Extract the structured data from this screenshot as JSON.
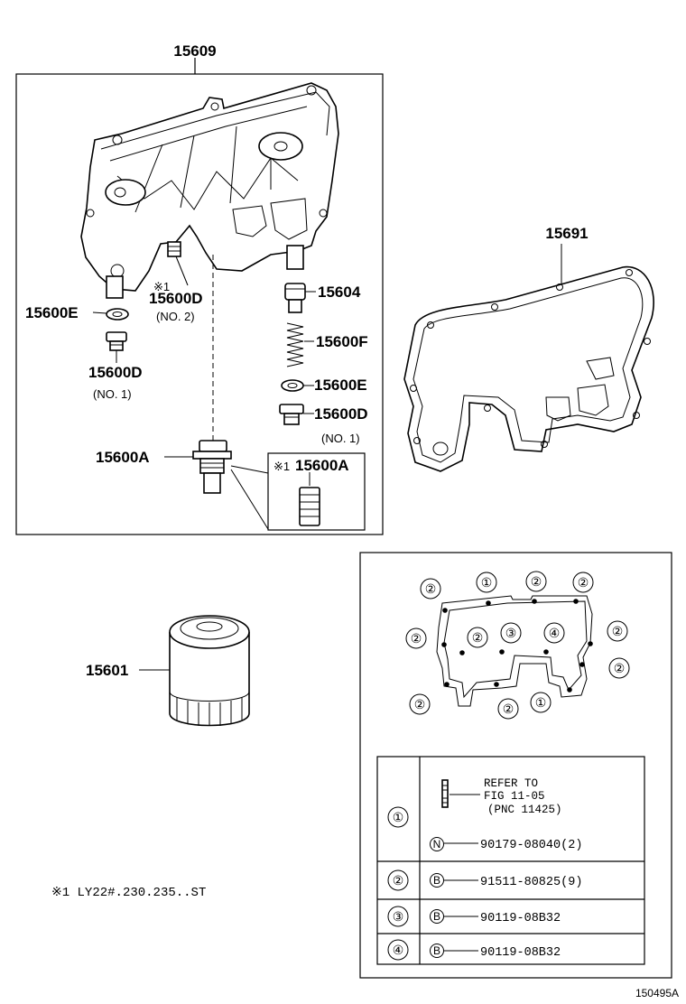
{
  "callouts": {
    "c15609": "15609",
    "c15691": "15691",
    "c15600E_left": "15600E",
    "c15600D_no2": "15600D",
    "c15600D_no2_sub": "(NO. 2)",
    "c15600D_no2_mark": "※1",
    "c15600D_left": "15600D",
    "c15600D_left_sub": "(NO. 1)",
    "c15604": "15604",
    "c15600F": "15600F",
    "c15600E_right": "15600E",
    "c15600D_right": "15600D",
    "c15600D_right_sub": "(NO. 1)",
    "c15600A": "15600A",
    "c15600A_box": "15600A",
    "c15600A_box_mark": "※1",
    "c15601": "15601"
  },
  "footnote": "※1  LY22#.230.235..ST",
  "figure_code": "150495A",
  "bolt_pattern": {
    "markers": [
      {
        "text": "②"
      },
      {
        "text": "①"
      },
      {
        "text": "②"
      },
      {
        "text": "②"
      },
      {
        "text": "②"
      },
      {
        "text": "②"
      },
      {
        "text": "③"
      },
      {
        "text": "④"
      },
      {
        "text": "②"
      },
      {
        "text": "②"
      },
      {
        "text": "②"
      },
      {
        "text": "②"
      },
      {
        "text": "①"
      }
    ]
  },
  "legend": {
    "rows": [
      {
        "key": "①",
        "lines": [
          {
            "badge": "",
            "text": "REFER TO"
          },
          {
            "badge": "",
            "text": "FIG 11-05"
          },
          {
            "badge": "",
            "text": "(PNC 11425)"
          },
          {
            "badge": "N",
            "text": "90179-08040(2)"
          }
        ]
      },
      {
        "key": "②",
        "lines": [
          {
            "badge": "B",
            "text": "91511-80825(9)"
          }
        ]
      },
      {
        "key": "③",
        "lines": [
          {
            "badge": "B",
            "text": "90119-08B32"
          }
        ]
      },
      {
        "key": "④",
        "lines": [
          {
            "badge": "B",
            "text": "90119-08B32"
          }
        ]
      }
    ]
  }
}
